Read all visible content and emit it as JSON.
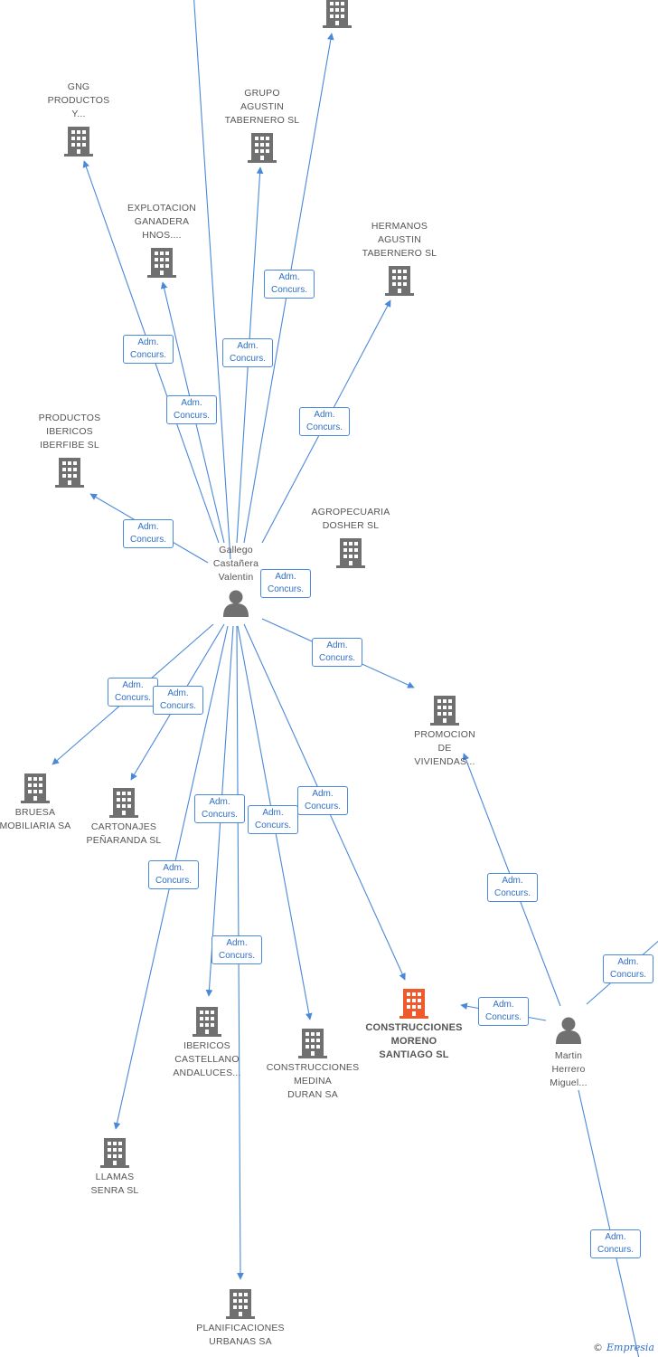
{
  "colors": {
    "edge": "#4a88d9",
    "building": "#707070",
    "building_main": "#ef5a2c",
    "person": "#707070"
  },
  "edge_label": {
    "line1": "Adm.",
    "line2": "Concurs."
  },
  "nodes": [
    {
      "id": "top_building",
      "kind": "building",
      "lines": []
    },
    {
      "id": "gng",
      "kind": "building",
      "lines": [
        "GNG",
        "PRODUCTOS",
        "Y..."
      ]
    },
    {
      "id": "grupo_agustin",
      "kind": "building",
      "lines": [
        "GRUPO",
        "AGUSTIN",
        "TABERNERO SL"
      ]
    },
    {
      "id": "explotacion",
      "kind": "building",
      "lines": [
        "EXPLOTACION",
        "GANADERA",
        "HNOS...."
      ]
    },
    {
      "id": "hermanos_agustin",
      "kind": "building",
      "lines": [
        "HERMANOS",
        "AGUSTIN",
        "TABERNERO SL"
      ]
    },
    {
      "id": "productos_ibericos",
      "kind": "building",
      "lines": [
        "PRODUCTOS",
        "IBERICOS",
        "IBERFIBE SL"
      ]
    },
    {
      "id": "agropecuaria",
      "kind": "building",
      "lines": [
        "AGROPECUARIA",
        "DOSHER SL"
      ]
    },
    {
      "id": "gallego",
      "kind": "person",
      "lines": [
        "Gallego",
        "Castañera",
        "Valentin"
      ]
    },
    {
      "id": "promocion",
      "kind": "building",
      "lines": [
        "PROMOCION",
        "DE",
        "VIVIENDAS..."
      ]
    },
    {
      "id": "bruesa",
      "kind": "building",
      "lines": [
        "BRUESA",
        "MOBILIARIA SA"
      ]
    },
    {
      "id": "cartonajes",
      "kind": "building",
      "lines": [
        "CARTONAJES",
        "PEÑARANDA SL"
      ]
    },
    {
      "id": "construcciones_moreno",
      "kind": "building_main",
      "lines": [
        "CONSTRUCCIONES",
        "MORENO",
        "SANTIAGO SL"
      ]
    },
    {
      "id": "ibericos_castellano",
      "kind": "building",
      "lines": [
        "IBERICOS",
        "CASTELLANO",
        "ANDALUCES..."
      ]
    },
    {
      "id": "construcciones_medina",
      "kind": "building",
      "lines": [
        "CONSTRUCCIONES",
        "MEDINA",
        "DURAN SA"
      ]
    },
    {
      "id": "martin",
      "kind": "person",
      "lines": [
        "Martin",
        "Herrero",
        "Miguel..."
      ]
    },
    {
      "id": "llamas",
      "kind": "building",
      "lines": [
        "LLAMAS",
        "SENRA SL"
      ]
    },
    {
      "id": "planificaciones",
      "kind": "building",
      "lines": [
        "PLANIFICACIONES",
        "URBANAS SA"
      ]
    }
  ],
  "edges": [
    {
      "from": "gallego",
      "to": "offscreen_top"
    },
    {
      "from": "gallego",
      "to": "top_building"
    },
    {
      "from": "gallego",
      "to": "gng"
    },
    {
      "from": "gallego",
      "to": "grupo_agustin"
    },
    {
      "from": "gallego",
      "to": "explotacion"
    },
    {
      "from": "gallego",
      "to": "hermanos_agustin"
    },
    {
      "from": "gallego",
      "to": "productos_ibericos"
    },
    {
      "from": "gallego",
      "to": "promocion"
    },
    {
      "from": "gallego",
      "to": "bruesa"
    },
    {
      "from": "gallego",
      "to": "cartonajes"
    },
    {
      "from": "gallego",
      "to": "ibericos_castellano"
    },
    {
      "from": "gallego",
      "to": "construcciones_medina"
    },
    {
      "from": "gallego",
      "to": "construcciones_moreno"
    },
    {
      "from": "gallego",
      "to": "llamas"
    },
    {
      "from": "gallego",
      "to": "planificaciones"
    },
    {
      "from": "gallego",
      "to": "agropecuaria"
    },
    {
      "from": "martin",
      "to": "construcciones_moreno"
    },
    {
      "from": "martin",
      "to": "promocion"
    },
    {
      "from": "martin",
      "to": "offscreen_right"
    },
    {
      "from": "martin",
      "to": "offscreen_bottom"
    }
  ],
  "watermark": {
    "symbol": "©",
    "text": "Empresia"
  }
}
